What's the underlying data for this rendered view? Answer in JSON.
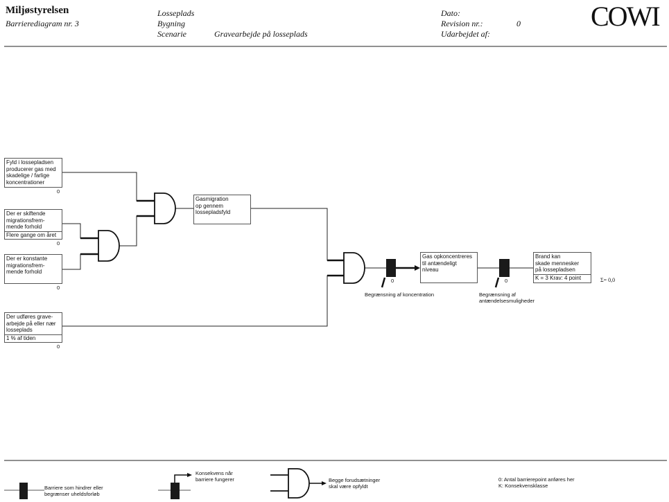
{
  "header": {
    "org": "Miljøstyrelsen",
    "diagram": "Barrierediagram nr. 3",
    "labels": [
      "Losseplads",
      "Bygning",
      "Scenarie"
    ],
    "scenario_value": "Gravearbejde på losseplads",
    "dato_label": "Dato:",
    "revision_label": "Revision nr.:",
    "revision_value": "0",
    "udarbejdet_label": "Udarbejdet af:",
    "logo": "COWI"
  },
  "boxes": {
    "b1": {
      "text": "Fyld i lossepladsen\nproducerer gas med\nskadelige / farlige\nkoncentrationer",
      "score": "0"
    },
    "b2": {
      "text": "Der er skiftende\nmigrationsfrem-\nmende forhold",
      "sub": "Flere gange om året",
      "score": "0"
    },
    "b3": {
      "text": "Der er konstante\nmigrationsfrem-\nmende forhold",
      "score": "0"
    },
    "b4": {
      "text": "Der udføres grave-\narbejde på eller nær\nlosseplads",
      "sub": "1 % af tiden",
      "score": "0"
    },
    "gas": {
      "text": "Gasmigration\nop gennem\nlossepladsfyld"
    },
    "konc": {
      "text": "Gas opkoncentreres\ntil antændeligt\nniveau"
    },
    "brand": {
      "text": "Brand kan\nskade mennesker\npå lossepladsen",
      "sub": "K = 3 Krav:  4 point"
    }
  },
  "barriers": {
    "bar1": {
      "score": "0",
      "label": "Begrænsning af koncentration"
    },
    "bar2": {
      "score": "0",
      "label": "Begrænsning af\nantændelsesmuligheder"
    }
  },
  "sum": "Σ=  0,0",
  "legend": {
    "barrier": "Barriere som hindrer eller\nbegrænser uheldsforløb",
    "consequence": "Konsekvens når\nbarriere fungerer",
    "and_gate": "Begge forudsætninger\nskal være opfyldt",
    "notes": "0: Antal barrierepoint anføres her\nK: Konsekvensklasse"
  }
}
